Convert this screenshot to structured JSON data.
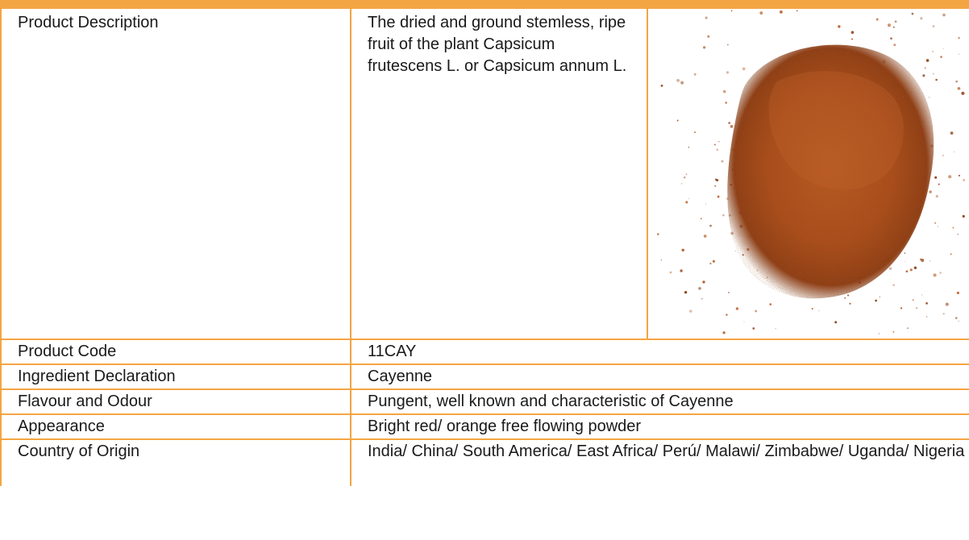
{
  "spec": {
    "product_description": {
      "label": "Product Description",
      "value": "The dried and ground stemless, ripe fruit of the plant Capsicum frutescens L. or Capsicum annum L."
    },
    "rows": [
      {
        "label": "Product Code",
        "value": "11CAY"
      },
      {
        "label": "Ingredient Declaration",
        "value": "Cayenne"
      },
      {
        "label": "Flavour and Odour",
        "value": "Pungent, well known and characteristic of Cayenne"
      },
      {
        "label": "Appearance",
        "value": "Bright red/ orange free flowing powder"
      },
      {
        "label": "Country of Origin",
        "value": "India/ China/ South America/ East Africa/ Perú/ Malawi/ Zimbabwe/ Uganda/ Nigeria"
      }
    ]
  },
  "colors": {
    "border": "#f4a543",
    "powder_main": "#b5561f",
    "powder_dark": "#7a3412"
  },
  "image": {
    "subject": "cayenne-powder-pile-image"
  }
}
